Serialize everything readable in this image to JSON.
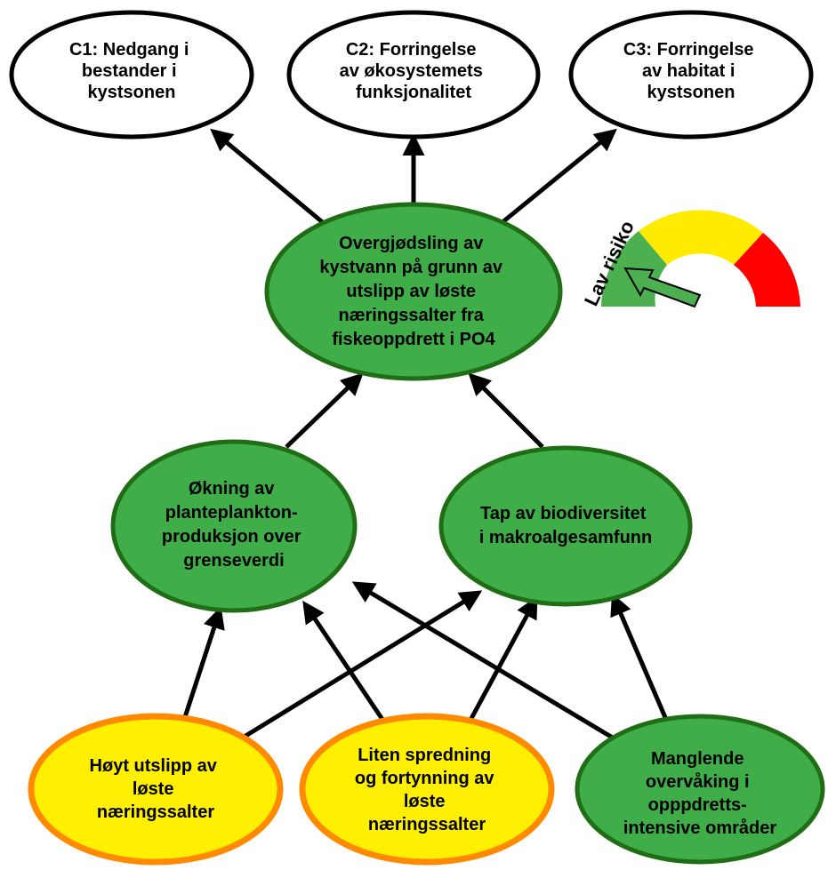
{
  "colors": {
    "outline_dark": "#000000",
    "node_green_fill": "#3fae49",
    "node_green_stroke": "#1f6d14",
    "node_yellow_fill": "#ffef00",
    "node_yellow_stroke": "#ff8a00",
    "node_white_fill": "#ffffff",
    "gauge_green": "#4caf50",
    "gauge_yellow": "#ffeb00",
    "gauge_red": "#ff0000",
    "arrow": "#000000"
  },
  "consequences": {
    "c1": {
      "lines": [
        "C1: Nedgang i",
        "bestander i",
        "kystsonen"
      ]
    },
    "c2": {
      "lines": [
        "C2: Forringelse",
        "av økosystemets",
        "funksjonalitet"
      ]
    },
    "c3": {
      "lines": [
        "C3: Forringelse",
        "av habitat i",
        "kystsonen"
      ]
    }
  },
  "central": {
    "lines": [
      "Overgjødsling av",
      "kystvann på grunn av",
      "utslipp av løste",
      "næringssalter fra",
      "fiskeoppdrett i PO4"
    ]
  },
  "effects": {
    "plankton": {
      "lines": [
        "Økning av",
        "planteplankton-",
        "produksjon over",
        "grenseverdi"
      ]
    },
    "biodiversity": {
      "lines": [
        "Tap av biodiversitet",
        "i makroalgesamfunn"
      ]
    }
  },
  "causes": {
    "high_emission": {
      "lines": [
        "Høyt utslipp av",
        "løste",
        "næringssalter"
      ]
    },
    "low_dispersion": {
      "lines": [
        "Liten spredning",
        "og fortynning av",
        "løste",
        "næringssalter"
      ]
    },
    "missing_monitoring": {
      "lines": [
        "Manglende",
        "overvåking i",
        "opppdretts-",
        "intensive områder"
      ]
    }
  },
  "risk_gauge": {
    "label": "Lav risiko",
    "segments": [
      "low",
      "medium",
      "high"
    ],
    "level": "low"
  }
}
